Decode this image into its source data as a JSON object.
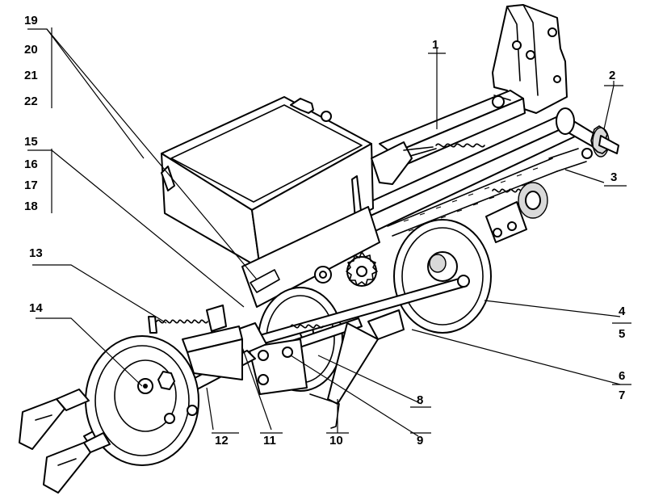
{
  "labels": {
    "l1": "1",
    "l2": "2",
    "l3": "3",
    "l4": "4",
    "l5": "5",
    "l6": "6",
    "l7": "7",
    "l8": "8",
    "l9": "9",
    "l10": "10",
    "l11": "11",
    "l12": "12",
    "l13": "13",
    "l14": "14",
    "l15": "15",
    "l16": "16",
    "l17": "17",
    "l18": "18",
    "l19": "19",
    "l20": "20",
    "l21": "21",
    "l22": "22"
  }
}
